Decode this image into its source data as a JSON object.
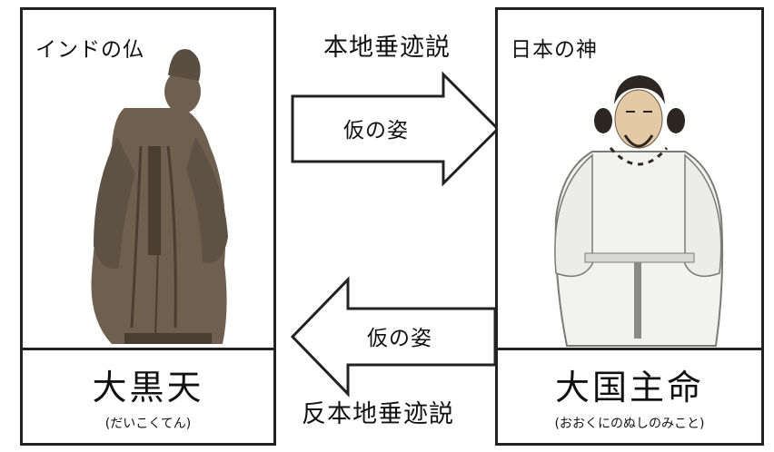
{
  "left": {
    "corner_label": "インドの仏",
    "name": "大黒天",
    "reading": "(だいこくてん)"
  },
  "right": {
    "corner_label": "日本の神",
    "name": "大国主命",
    "reading": "(おおくにのぬしのみこと)"
  },
  "center": {
    "top_caption": "本地垂迹説",
    "upper_arrow_label": "仮の姿",
    "lower_arrow_label": "仮の姿",
    "bottom_caption": "反本地垂迹説"
  },
  "colors": {
    "border": "#222222",
    "statue_wood": "#6e5f50",
    "statue_shadow": "#4a3e33",
    "robe": "#f2f2f0",
    "robe_line": "#7a7a78",
    "hair": "#2b2622",
    "skin": "#e3c9a6"
  }
}
